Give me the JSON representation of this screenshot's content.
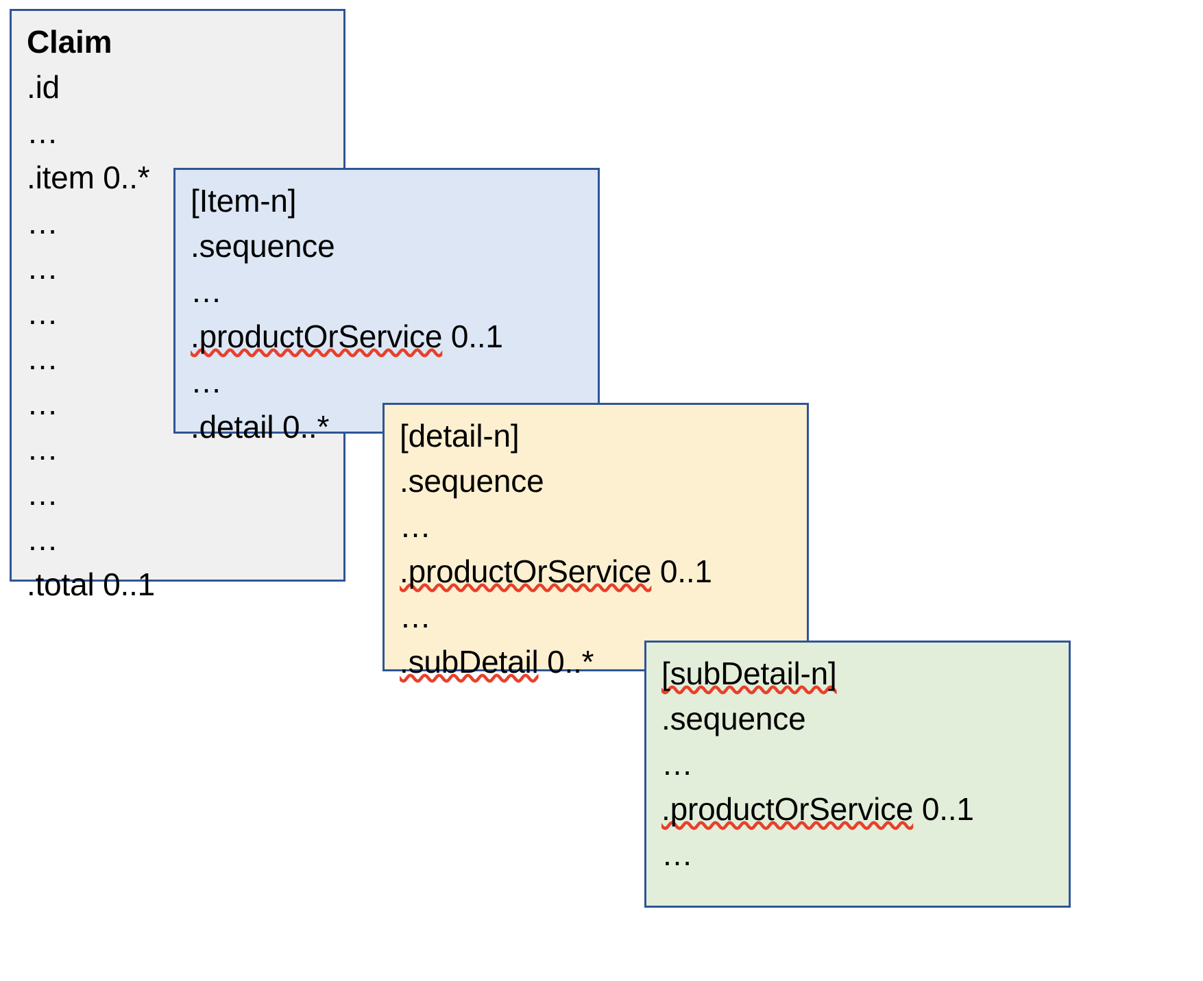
{
  "diagram": {
    "title": "FHIR Claim resource nesting structure",
    "colors": {
      "border": "#2e5596",
      "claim_fill": "#f0f0f0",
      "item_fill": "#dce6f4",
      "detail_fill": "#fdf0d0",
      "subdetail_fill": "#e3eeda",
      "spellcheck_underline": "#e8402a"
    },
    "boxes": [
      {
        "id": "claim",
        "name": "Claim",
        "title": "Claim",
        "lines": [
          ".id",
          "…",
          ".item 0..*",
          "…",
          "…",
          "…",
          "…",
          "…",
          "…",
          "…",
          "…",
          ".total 0..1"
        ]
      },
      {
        "id": "item",
        "name": "[Item-n]",
        "title": "[Item-n]",
        "lines": [
          ".sequence",
          "…",
          ".productOrService 0..1",
          "…",
          ".detail 0..*"
        ]
      },
      {
        "id": "detail",
        "name": "[detail-n]",
        "title": "[detail-n]",
        "lines": [
          ".sequence",
          "…",
          ".productOrService 0..1",
          "…",
          ".subDetail 0..*"
        ]
      },
      {
        "id": "subdetail",
        "name": "[subDetail-n]",
        "title": "[subDetail-n]",
        "lines": [
          ".sequence",
          "…",
          ".productOrService 0..1",
          "…"
        ]
      }
    ],
    "claim": {
      "title": "Claim",
      "line_id": ".id",
      "line_ell_1": "…",
      "line_item": ".item 0..*",
      "line_ell_2": "…",
      "line_ell_3": "…",
      "line_ell_4": "…",
      "line_ell_5": "…",
      "line_ell_6": "…",
      "line_ell_7": "…",
      "line_ell_8": "…",
      "line_ell_9": "…",
      "line_total": ".total 0..1"
    },
    "item": {
      "title": "[Item-n]",
      "line_sequence": ".sequence",
      "line_ell_1": "…",
      "line_pos_label": ".productOrService",
      "line_pos_card": " 0..1",
      "line_ell_2": "…",
      "line_detail_label": ".detail",
      "line_detail_card": " 0..*"
    },
    "detail": {
      "title": "[detail-n]",
      "line_sequence": ".sequence",
      "line_ell_1": "…",
      "line_pos_label": ".productOrService",
      "line_pos_card": " 0..1",
      "line_ell_2": "…",
      "line_subdetail_label": ".subDetail",
      "line_subdetail_card": " 0..*"
    },
    "subdetail": {
      "title_label": "[subDetail-n]",
      "line_sequence": ".sequence",
      "line_ell_1": "…",
      "line_pos_label": ".productOrService",
      "line_pos_card": " 0..1",
      "line_ell_2": "…"
    }
  }
}
